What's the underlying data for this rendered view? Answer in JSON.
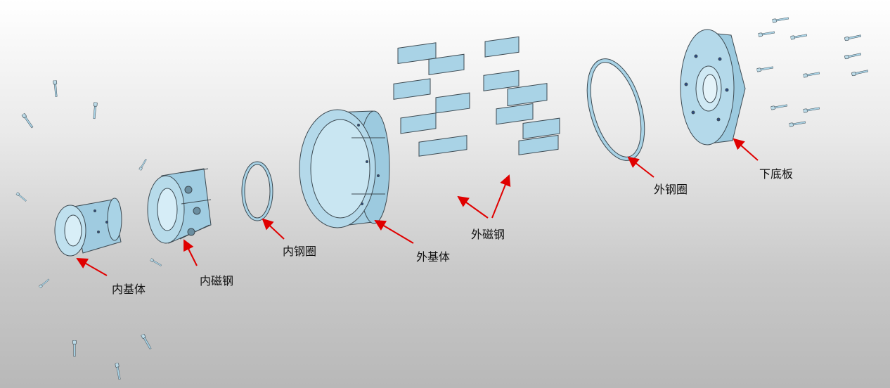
{
  "labels": {
    "inner_base": "内基体",
    "inner_magnet": "内磁钢",
    "inner_ring": "内钢圈",
    "outer_base": "外基体",
    "outer_magnet": "外磁钢",
    "outer_ring": "外钢圈",
    "bottom_plate": "下底板"
  },
  "colors": {
    "part": "#a9d3e6",
    "part_dark": "#7fb2c9",
    "part_light": "#d4ecf6",
    "outline": "#3d4a52",
    "arrow": "#e00000"
  }
}
